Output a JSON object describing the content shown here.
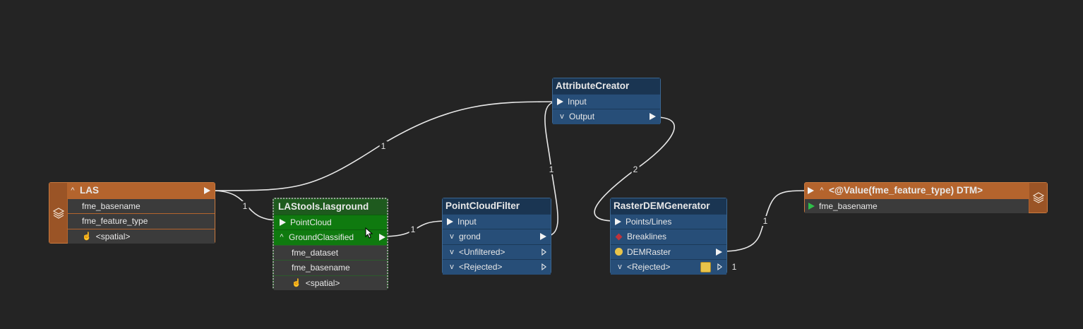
{
  "reader": {
    "title": "LAS",
    "attributes": [
      "fme_basename",
      "fme_feature_type",
      "<spatial>"
    ]
  },
  "lasground": {
    "title": "LAStools.lasground",
    "input": "PointCloud",
    "output": "GroundClassified",
    "attributes": [
      "fme_dataset",
      "fme_basename",
      "<spatial>"
    ]
  },
  "pointcloudfilter": {
    "title": "PointCloudFilter",
    "input": "Input",
    "outputs": [
      "grond",
      "<Unfiltered>",
      "<Rejected>"
    ]
  },
  "attributecreator": {
    "title": "AttributeCreator",
    "input": "Input",
    "output": "Output"
  },
  "rasterdem": {
    "title": "RasterDEMGenerator",
    "inputs": [
      "Points/Lines",
      "Breaklines"
    ],
    "outputs": [
      "DEMRaster",
      "<Rejected>"
    ],
    "rejected_count": "1"
  },
  "writer": {
    "title": "<@Value(fme_feature_type) DTM>",
    "attributes": [
      "fme_basename"
    ]
  },
  "connections": {
    "las_to_lasground": "1",
    "las_to_attributecreator": "1",
    "lasground_to_filter": "1",
    "filter_to_attributecreator": "1",
    "attributecreator_to_raster": "2",
    "raster_to_writer": "1"
  },
  "colors": {
    "canvas": "#242424",
    "reader_writer": "#b4642d",
    "transformer": "#274e78",
    "custom_transformer": "#0f7a0f"
  }
}
